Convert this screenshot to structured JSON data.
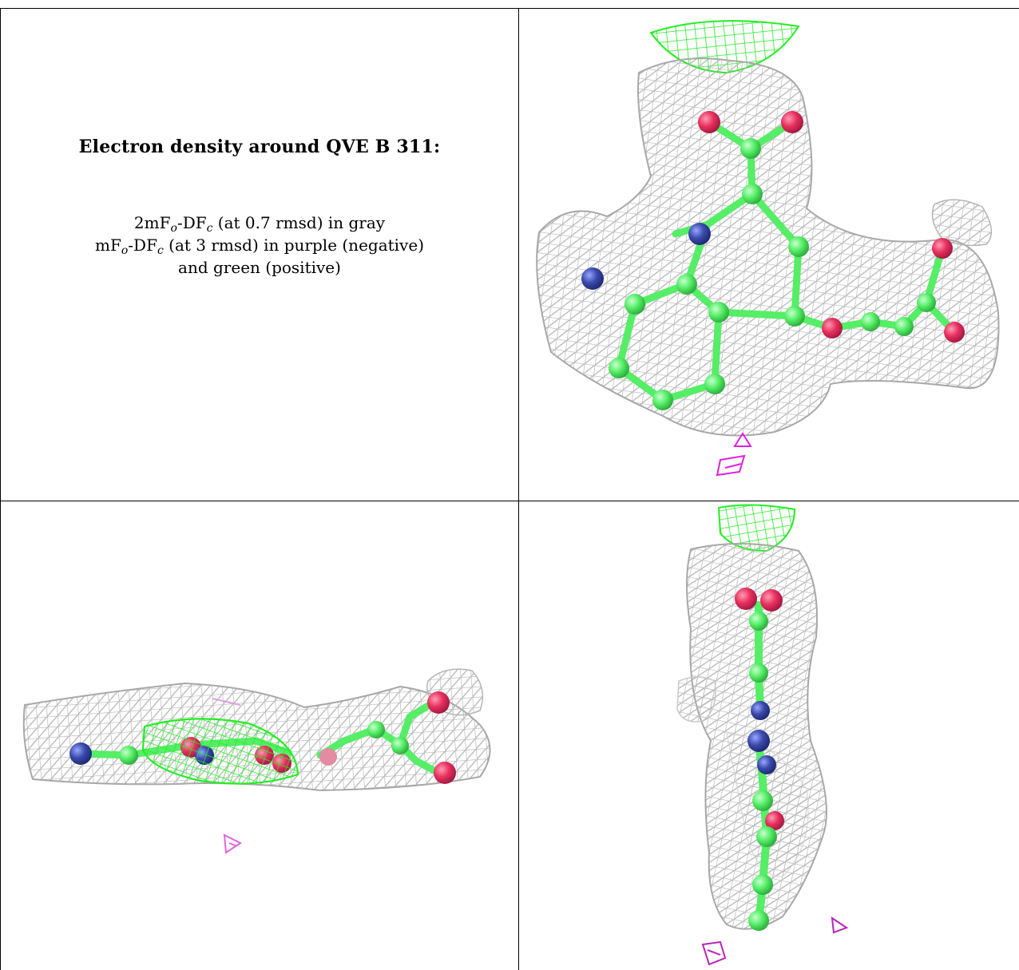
{
  "caption": {
    "title": "Electron density around QVE B 311:",
    "line1": {
      "a": "2mF",
      "a_sub": "o",
      "b": "-DF",
      "b_sub": "c",
      "c": " (at 0.7 rmsd) in gray"
    },
    "line2": {
      "a": "mF",
      "a_sub": "o",
      "b": "-DF",
      "b_sub": "c",
      "c": " (at 3 rmsd) in purple (negative)"
    },
    "line3": "and green (positive)"
  },
  "colors": {
    "mesh_gray": "#b4b4b4",
    "mesh_green": "#22ee22",
    "mesh_purple": "#dd22dd",
    "carbon": "#55ee66",
    "oxygen": "#e8305e",
    "nitrogen": "#3a4aaa"
  },
  "views": [
    {
      "name": "front-view"
    },
    {
      "name": "side-view"
    },
    {
      "name": "edge-view"
    }
  ]
}
